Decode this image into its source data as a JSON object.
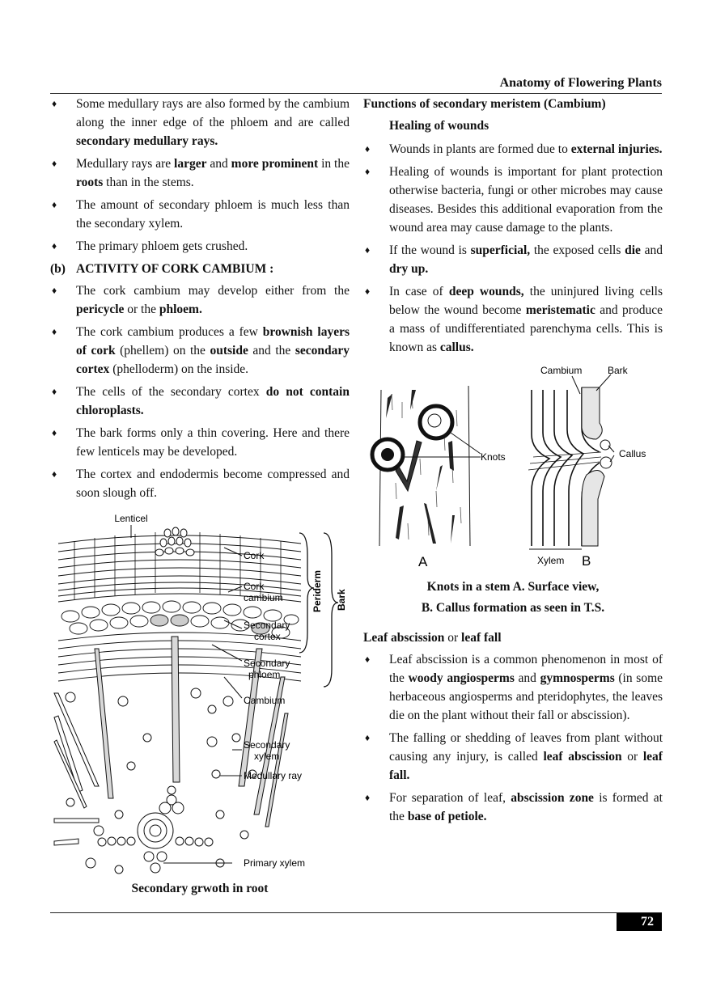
{
  "header": {
    "title": "Anatomy of Flowering Plants"
  },
  "left": {
    "bullets_top": [
      {
        "parts": [
          [
            "Some medullary rays are also formed by the cambium along the inner edge of the phloem and are called ",
            false
          ],
          [
            "secondary medullary rays.",
            true
          ]
        ]
      },
      {
        "parts": [
          [
            "Medullary rays are ",
            false
          ],
          [
            "larger",
            true
          ],
          [
            " and ",
            false
          ],
          [
            "more prominent",
            true
          ],
          [
            " in the ",
            false
          ],
          [
            "roots",
            true
          ],
          [
            " than in the stems.",
            false
          ]
        ]
      },
      {
        "parts": [
          [
            "The amount of secondary phloem is much less than the secondary xylem.",
            false
          ]
        ]
      },
      {
        "parts": [
          [
            "The primary phloem gets crushed.",
            false
          ]
        ]
      }
    ],
    "section_b": {
      "label": "(b)",
      "title": "ACTIVITY OF CORK CAMBIUM :"
    },
    "bullets_b": [
      {
        "parts": [
          [
            "The cork cambium may develop either from the ",
            false
          ],
          [
            "pericycle",
            true
          ],
          [
            " or the ",
            false
          ],
          [
            "phloem.",
            true
          ]
        ]
      },
      {
        "parts": [
          [
            "The cork cambium produces a few ",
            false
          ],
          [
            "brownish layers of cork",
            true
          ],
          [
            " (phellem) on the ",
            false
          ],
          [
            "outside",
            true
          ],
          [
            " and the ",
            false
          ],
          [
            "secondary cortex",
            true
          ],
          [
            " (phelloderm) on the inside.",
            false
          ]
        ]
      },
      {
        "parts": [
          [
            "The cells of the secondary cortex ",
            false
          ],
          [
            "do not contain chloroplasts.",
            true
          ]
        ]
      },
      {
        "parts": [
          [
            "The bark forms only a thin covering. Here and there few lenticels may be developed.",
            false
          ]
        ]
      },
      {
        "parts": [
          [
            "The cortex and endodermis become compressed and soon slough off.",
            false
          ]
        ]
      }
    ],
    "figure": {
      "labels": {
        "lenticel": "Lenticel",
        "cork": "Cork",
        "cork_cambium_1": "Cork",
        "cork_cambium_2": "cambium",
        "secondary_cortex_1": "Secondary",
        "secondary_cortex_2": "cortex",
        "secondary_phloem_1": "Secondary",
        "secondary_phloem_2": "phloem",
        "cambium": "Cambium",
        "secondary_xylem_1": "Secondary",
        "secondary_xylem_2": "xylem",
        "medullary_ray": "Medullary ray",
        "primary_xylem": "Primary xylem",
        "periderm": "Periderm",
        "bark": "Bark"
      },
      "caption": "Secondary grwoth in root"
    }
  },
  "right": {
    "heading": "Functions of secondary meristem (Cambium)",
    "subheading": "Healing of wounds",
    "bullets_wounds": [
      {
        "parts": [
          [
            "Wounds in plants are formed due to ",
            false
          ],
          [
            "external injuries.",
            true
          ]
        ]
      },
      {
        "parts": [
          [
            "Healing of wounds is important for plant protection otherwise bacteria, fungi or other microbes may cause diseases. Besides this additional evaporation from the wound area may cause damage to the plants.",
            false
          ]
        ]
      },
      {
        "parts": [
          [
            "If the wound is ",
            false
          ],
          [
            "superficial,",
            true
          ],
          [
            " the exposed cells ",
            false
          ],
          [
            "die",
            true
          ],
          [
            " and ",
            false
          ],
          [
            "dry up.",
            true
          ]
        ]
      },
      {
        "parts": [
          [
            "In case of ",
            false
          ],
          [
            "deep wounds,",
            true
          ],
          [
            " the uninjured living cells below the wound become ",
            false
          ],
          [
            "meristematic",
            true
          ],
          [
            " and produce a mass of undifferentiated parenchyma cells. This is known as ",
            false
          ],
          [
            "callus.",
            true
          ]
        ]
      }
    ],
    "figure": {
      "labels": {
        "knots": "Knots",
        "a": "A",
        "cambium": "Cambium",
        "bark": "Bark",
        "callus": "Callus",
        "xylem": "Xylem",
        "b": "B"
      },
      "caption_1": "Knots in a stem A. Surface view,",
      "caption_2": "B. Callus formation as seen in T.S."
    },
    "leaf_heading": {
      "parts": [
        [
          "Leaf abscission",
          true
        ],
        [
          " or ",
          false
        ],
        [
          "leaf fall",
          true
        ]
      ]
    },
    "bullets_leaf": [
      {
        "parts": [
          [
            "Leaf abscission is a common phenomenon in most of the ",
            false
          ],
          [
            "woody angiosperms",
            true
          ],
          [
            " and ",
            false
          ],
          [
            "gymnosperms",
            true
          ],
          [
            " (in some herbaceous angiosperms and pteridophytes, the leaves die on the plant without their fall or abscission).",
            false
          ]
        ]
      },
      {
        "parts": [
          [
            "The falling or shedding of leaves from plant without causing any injury, is called ",
            false
          ],
          [
            "leaf abscission",
            true
          ],
          [
            " or ",
            false
          ],
          [
            "leaf fall.",
            true
          ]
        ]
      },
      {
        "parts": [
          [
            "For separation of leaf, ",
            false
          ],
          [
            "abscission zone",
            true
          ],
          [
            " is formed at the ",
            false
          ],
          [
            "base of petiole.",
            true
          ]
        ]
      }
    ]
  },
  "footer": {
    "page_number": "72"
  },
  "icons": {
    "bullet": "diamond-bullet-icon",
    "bullet_glyph": "♦"
  }
}
